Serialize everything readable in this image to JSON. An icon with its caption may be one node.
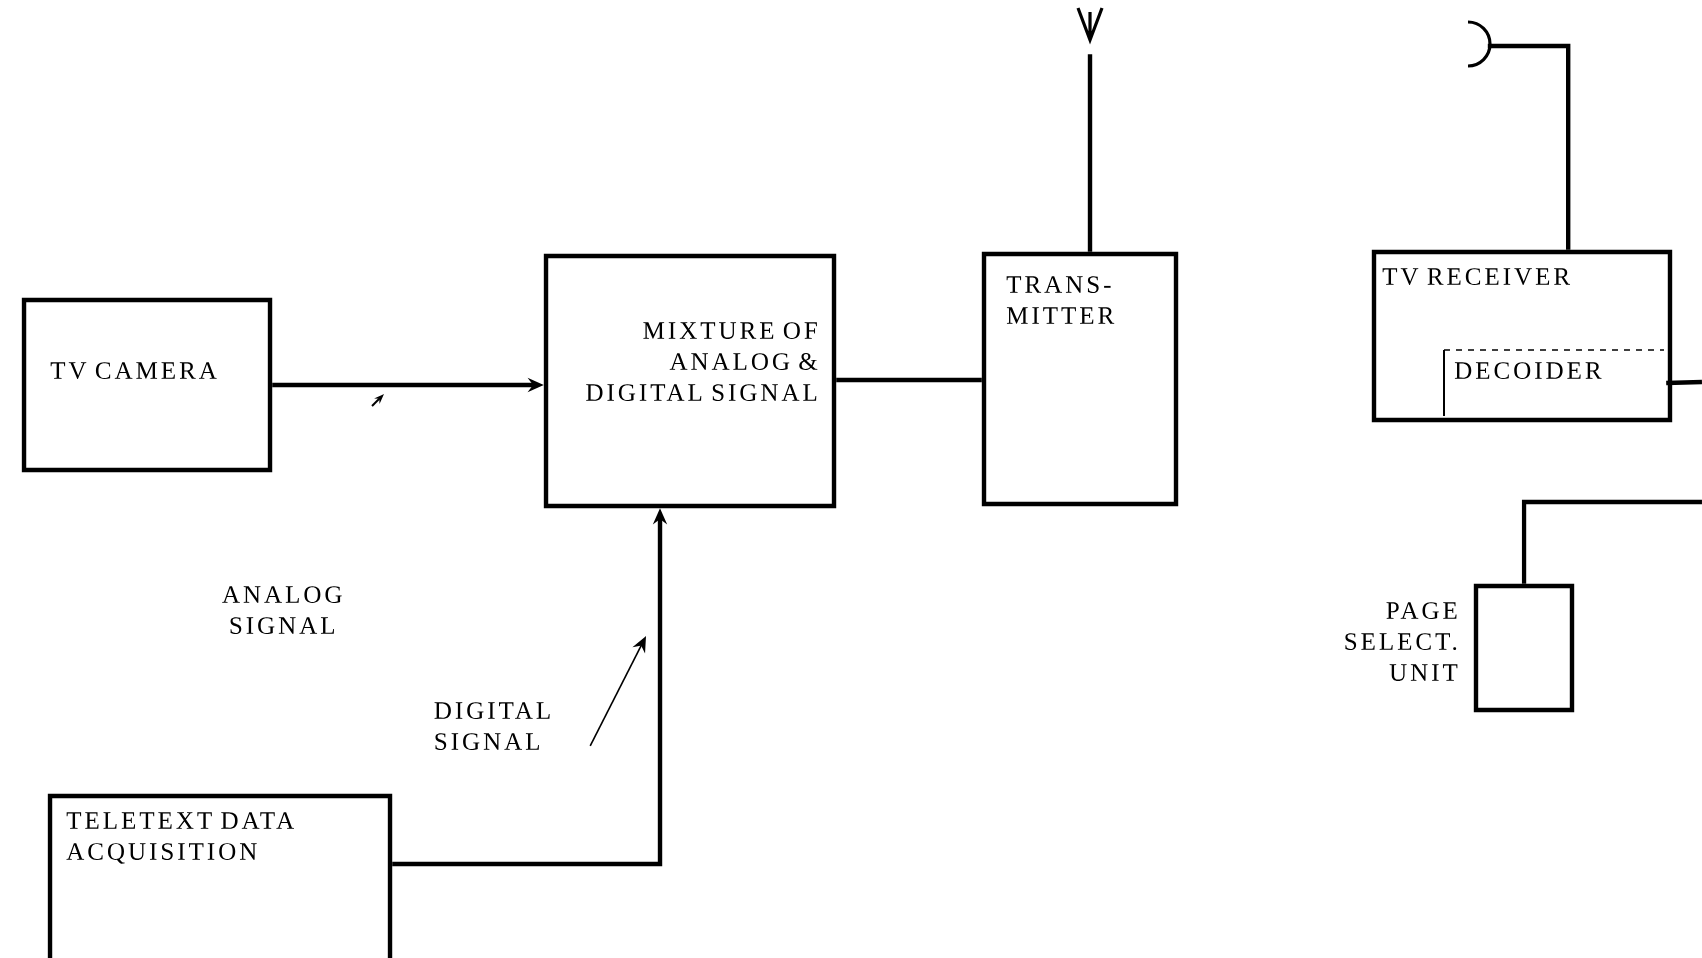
{
  "diagram": {
    "nodes": [
      {
        "text": [
          "TV CAMERA"
        ]
      },
      {
        "text": [
          "MIXTURE OF ANALOG & DIGITAL SIGNAL"
        ]
      },
      {
        "text": [
          "TRANS- MITTER"
        ]
      },
      {
        "text": [],
        "shape": "antenna"
      },
      {
        "text": [
          "TV RECEIVER"
        ]
      },
      {
        "text": [
          "DECOIDER"
        ],
        "in": 4
      },
      {
        "text": [],
        "shape": "antenna"
      },
      {
        "text": [],
        "shape": "box",
        "beside": [
          "PAGE SELECT. UNIT"
        ]
      },
      {
        "text": [
          "TELETEXT DATA ACQUISITION"
        ]
      },
      {
        "text": [
          "DIGITAL SIGNAL"
        ]
      }
    ],
    "edges": [
      {
        "from": 0,
        "to": 1,
        "arrow": "to"
      },
      {
        "from": 8,
        "to": 1,
        "arrow": "to"
      },
      {
        "from": 1,
        "to": 2,
        "arrow": "none"
      },
      {
        "from": 2,
        "to": 3,
        "arrow": "none"
      },
      {
        "from": 4,
        "to": 6,
        "arrow": "none"
      },
      {
        "from": 5,
        "to": null,
        "arrow": "none"
      },
      {
        "from": 7,
        "to": null,
        "arrow": "none"
      },
      {
        "from": 9,
        "to": null,
        "arrow": "to"
      }
    ],
    "labels": [
      "ANALOG SIGNAL"
    ]
  }
}
